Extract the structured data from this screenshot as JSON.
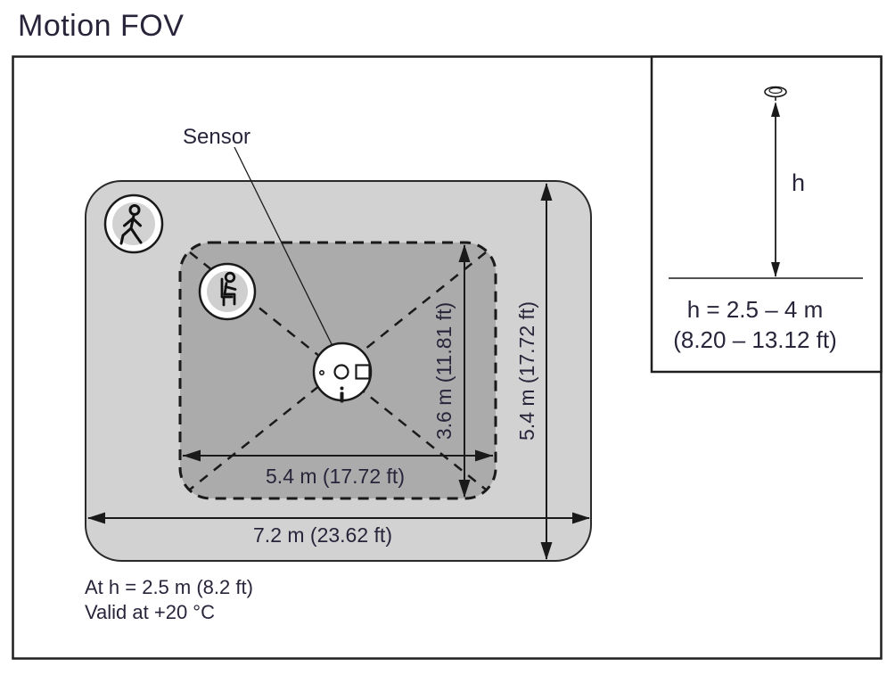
{
  "page": {
    "title": "Motion FOV"
  },
  "colors": {
    "outer_zone": "#d2d2d2",
    "inner_zone": "#ababab",
    "icon_inner_light": "#d2d2d2",
    "icon_inner_mid": "#cfcfcf",
    "line": "#1a1a1a",
    "text": "#29243a"
  },
  "fov": {
    "sensor_label": "Sensor",
    "inner_width_label": "5.4 m (17.72 ft)",
    "inner_depth_label": "3.6 m (11.81 ft)",
    "outer_depth_label": "5.4 m (17.72 ft)",
    "outer_width_label": "7.2 m (23.62 ft)",
    "note_height": "At h = 2.5 m (8.2 ft)",
    "note_temperature": "Valid at +20 °C",
    "icons": {
      "outer_zone_icon": "walking-person-icon",
      "inner_zone_icon": "seated-person-icon",
      "center_icon": "sensor-device-icon"
    }
  },
  "mounting": {
    "height_symbol": "h",
    "range_metric": "h = 2.5 – 4 m",
    "range_imperial": "(8.20 – 13.12 ft)",
    "icon": "ceiling-sensor-icon"
  }
}
